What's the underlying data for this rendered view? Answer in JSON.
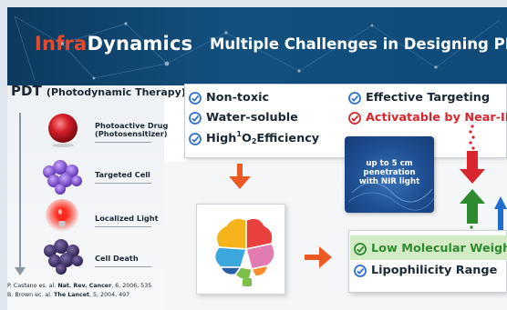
{
  "header": {
    "logo_accent": "Infra",
    "logo_rest": "Dynamics",
    "title": "Multiple Challenges in Designing PDT Agents"
  },
  "left": {
    "pdt_main": "PDT",
    "pdt_sub": "(Photodynamic Therapy)",
    "stages": [
      {
        "line1": "Photoactive Drug",
        "line2": "(Photosensitizer)",
        "icon": "red-sphere-icon"
      },
      {
        "line1": "Targeted Cell",
        "line2": "",
        "icon": "cell-cluster-icon"
      },
      {
        "line1": "Localized Light",
        "line2": "",
        "icon": "light-bulb-icon"
      },
      {
        "line1": "Cell Death",
        "line2": "",
        "icon": "dead-cell-icon"
      }
    ],
    "refs": [
      {
        "pre": "P. Castano es. al. ",
        "bold": "Nat. Rev. Cancer",
        "post": ", 6, 2006, 535"
      },
      {
        "pre": "B. Brown ec. al. ",
        "bold": "The Lancet",
        "post": ", 5, 2004, 497"
      }
    ]
  },
  "requirements": {
    "non_toxic": "Non-toxic",
    "water_soluble": "Water-soluble",
    "high_pre": "High ",
    "high_sup": "1",
    "high_o": "O",
    "high_sub": "2",
    "high_post": " Efficiency",
    "effective_targeting": "Effective Targeting",
    "activatable": "Activatable by Near-IR",
    "low_mw": "Low Molecular Weight",
    "lipophilicity": "Lipophilicity Range"
  },
  "nir_note": {
    "line1": "up to 5 cm",
    "line2": "penetration",
    "line3": "with NIR light"
  },
  "colors": {
    "header_bg": "#13507e",
    "accent_red": "#d8262c",
    "accent_green": "#2e8a2e",
    "check_blue": "#2f6fd1",
    "arrow_orange": "#ec5a24"
  }
}
